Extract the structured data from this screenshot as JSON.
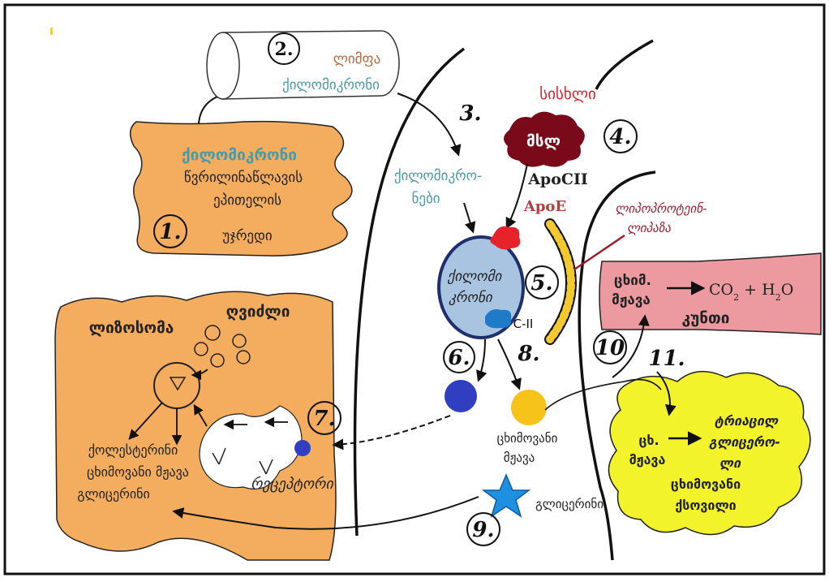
{
  "colors": {
    "border": "#111111",
    "cell": "#f4ad5e",
    "muscle": "#ec9aa0",
    "adipose": "#f3f32c",
    "chylomicron": "#a9c4e0",
    "fat_blob": "#7a0a1a",
    "apo_red": "#e8222a",
    "lpl_yellow": "#f2c92e",
    "fa_dark_blue": "#2f3fbf",
    "fa_yellow": "#f7c21a",
    "star_blue": "#1f8fe0"
  },
  "icons": [
    "star-icon",
    "arrow-icon",
    "circle-icon"
  ],
  "numbers": [
    "1.",
    "2.",
    "3.",
    "4.",
    "5.",
    "6.",
    "7.",
    "8.",
    "9.",
    "10",
    "11."
  ],
  "intestine": {
    "title": "ქილომიკრონი",
    "line1": "წვრილინაწლავის",
    "line2": "ეპითელის",
    "line3": "უჯრედი"
  },
  "lymph": {
    "label": "ლიმფა",
    "chylo": "ქილომიკრონი"
  },
  "blood": {
    "label": "სისხლი",
    "fat": "მსლ",
    "chylo_line1": "ქილომიკრო-",
    "chylo_line2": "ნები",
    "apo_c": "ApoCII",
    "apo_e": "ApoE",
    "chylo_in_line1": "ქილომი",
    "chylo_in_line2": "კრონი",
    "c2": "C-II"
  },
  "lpl": {
    "line1": "ლიპოპროტეინ-",
    "line2": "ლიპაზა"
  },
  "muscle": {
    "fa_line1": "ცხიმ.",
    "fa_line2": "მჟავა",
    "co2": "CO",
    "co2_sub": "2",
    "plus": " + H",
    "h2o_sub": "2",
    "o": "O",
    "name": "კუნთი"
  },
  "liver": {
    "lysosome": "ლიზოსომა",
    "liver": "ღვიძლი",
    "p1": "ქოლესტერინი",
    "p2": "ცხიმოვანი მჟავა",
    "p3": "გლიცერინი",
    "receptor": "რეცეპტორი"
  },
  "free": {
    "fa_line1": "ცხიმოვანი",
    "fa_line2": "მჟავა",
    "glycerol": "გლიცერინი"
  },
  "adipose": {
    "fa_line1": "ცხ.",
    "fa_line2": "მჟავა",
    "tg_line1": "ტრიაცილ",
    "tg_line2": "გლიცერო-",
    "tg_line3": "ლი",
    "tissue1": "ცხიმოვანი",
    "tissue2": "ქსოვილი"
  }
}
